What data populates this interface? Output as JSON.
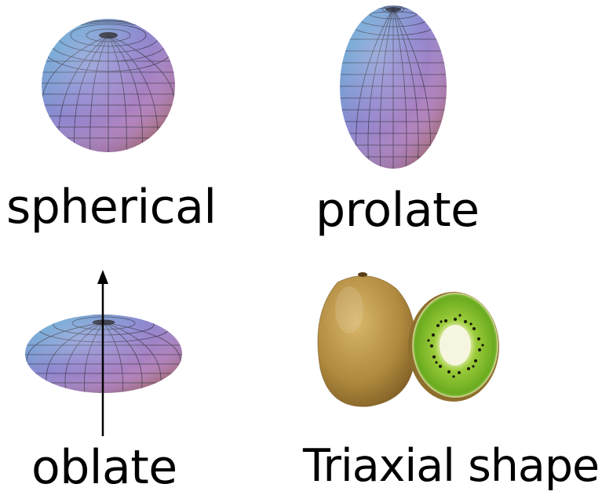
{
  "captions": {
    "spherical": "spherical",
    "prolate": "prolate",
    "oblate": "oblate",
    "triaxial": "Triaxial shape"
  },
  "shapes": {
    "spherical": "sphere-icon",
    "prolate": "prolate-spheroid-icon",
    "oblate": "oblate-spheroid-icon",
    "triaxial": "kiwi-fruit-icon"
  },
  "colors": {
    "surface_top": "#5aa6d0",
    "surface_middle": "#9a7fc9",
    "surface_bottom": "#d88a86",
    "mesh_line": "#2a2a35",
    "kiwi_skin": "#b08a3e",
    "kiwi_flesh": "#7fbe2e",
    "kiwi_core": "#f2f2dc"
  }
}
